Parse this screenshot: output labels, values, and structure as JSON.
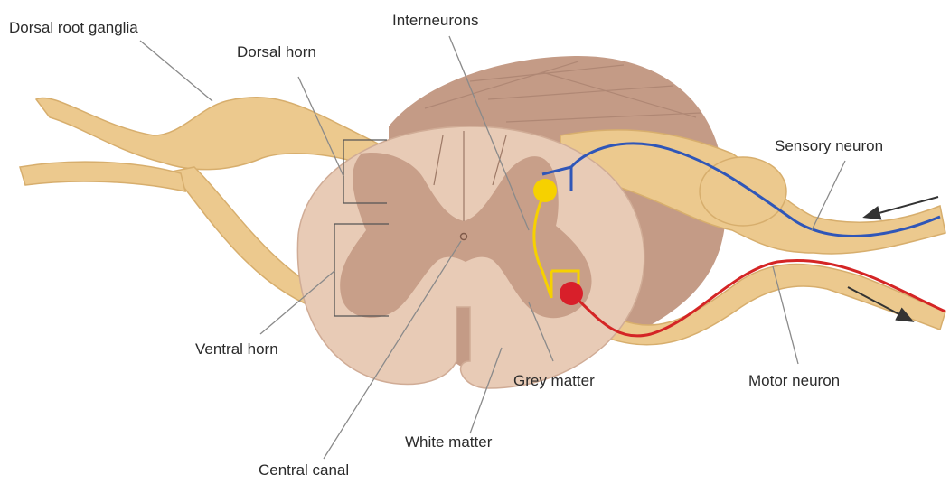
{
  "labels": {
    "dorsal_root_ganglia": "Dorsal root ganglia",
    "dorsal_horn": "Dorsal horn",
    "interneurons": "Interneurons",
    "sensory_neuron": "Sensory neuron",
    "ventral_horn": "Ventral horn",
    "grey_matter": "Grey matter",
    "motor_neuron": "Motor neuron",
    "white_matter": "White matter",
    "central_canal": "Central canal"
  },
  "colors": {
    "nerve": "#ecc98e",
    "nerve_outline": "#d7ae6d",
    "white_matter": "#e8cbb6",
    "grey_matter": "#c89f89",
    "cord_body": "#c49b86",
    "cord_stripes": "#a77f6d",
    "sensory_path": "#2f56b8",
    "motor_path": "#d42525",
    "interneuron": "#f6d100",
    "motor_soma": "#d81f2a",
    "leader_line": "#8a8a8a",
    "arrow": "#333333"
  }
}
